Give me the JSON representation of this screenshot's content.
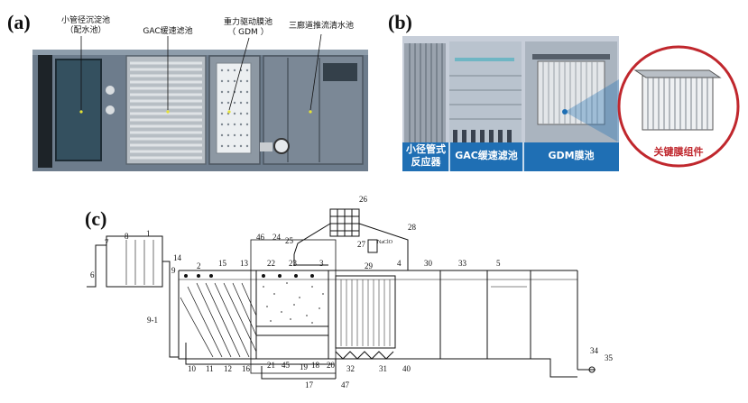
{
  "panels": {
    "a": {
      "label": "(a)",
      "annotations": [
        "小管径沉淀池",
        "（配水池）",
        "GAC缓速滤池",
        "重力驱动膜池",
        "（ GDM ）",
        "三廊道推流清水池"
      ]
    },
    "b": {
      "label": "(b)",
      "sections": [
        "小径管式",
        "反应器",
        "GAC缓速滤池",
        "GDM膜池"
      ],
      "callout": "关键膜组件"
    },
    "c": {
      "label": "(c)",
      "numbers": [
        "1",
        "2",
        "3",
        "4",
        "5",
        "6",
        "7",
        "8",
        "9",
        "9-1",
        "10",
        "11",
        "12",
        "13",
        "14",
        "15",
        "16",
        "17",
        "18",
        "19",
        "20",
        "21",
        "22",
        "23",
        "24",
        "25",
        "26",
        "27",
        "28",
        "29",
        "30",
        "31",
        "32",
        "33",
        "34",
        "35",
        "40",
        "45",
        "46",
        "47",
        "NaClO"
      ]
    }
  },
  "colors": {
    "a_background": "#6a7888",
    "a_tank_blue": "#2e4a5e",
    "b_label_band": "#1f6fb4",
    "b_callout_ring": "#c0272d",
    "c_line": "#111111"
  }
}
